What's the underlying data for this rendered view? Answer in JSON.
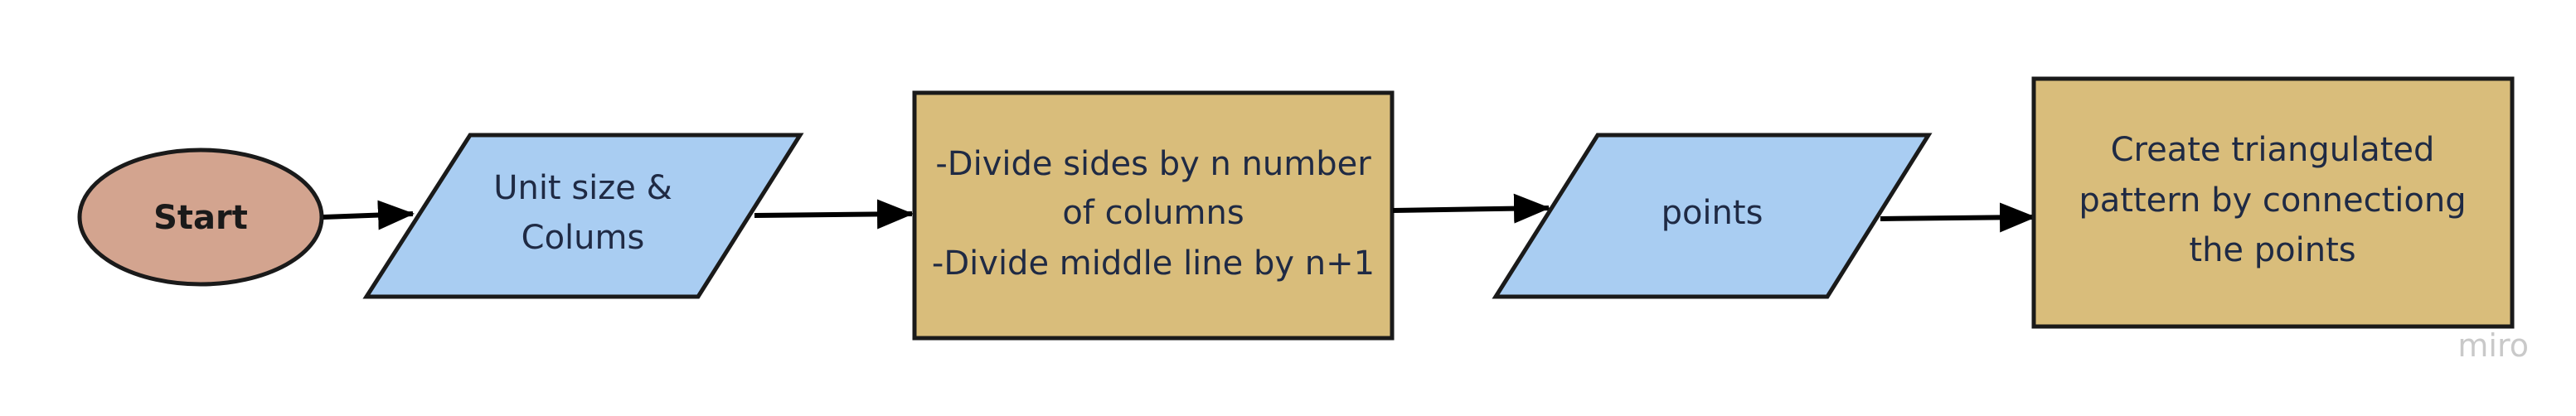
{
  "colors": {
    "start_fill": "#d3a48f",
    "io_fill": "#a9cdf2",
    "process_fill": "#d9bd7b",
    "stroke": "#1a1a1a",
    "arrow": "#000000",
    "watermark": "#c9c9c9"
  },
  "nodes": {
    "start": {
      "label": "Start"
    },
    "input": {
      "lines": [
        "Unit size &",
        "Colums"
      ]
    },
    "divide": {
      "lines": [
        "-Divide sides by n number",
        "of columns",
        "-Divide middle line by  n+1"
      ]
    },
    "points": {
      "lines": [
        "points"
      ]
    },
    "create": {
      "lines": [
        "Create triangulated",
        "pattern by connectiong",
        "the points"
      ]
    }
  },
  "edges": [
    {
      "from": "start",
      "to": "input"
    },
    {
      "from": "input",
      "to": "divide"
    },
    {
      "from": "divide",
      "to": "points"
    },
    {
      "from": "points",
      "to": "create"
    }
  ],
  "watermark": "miro"
}
